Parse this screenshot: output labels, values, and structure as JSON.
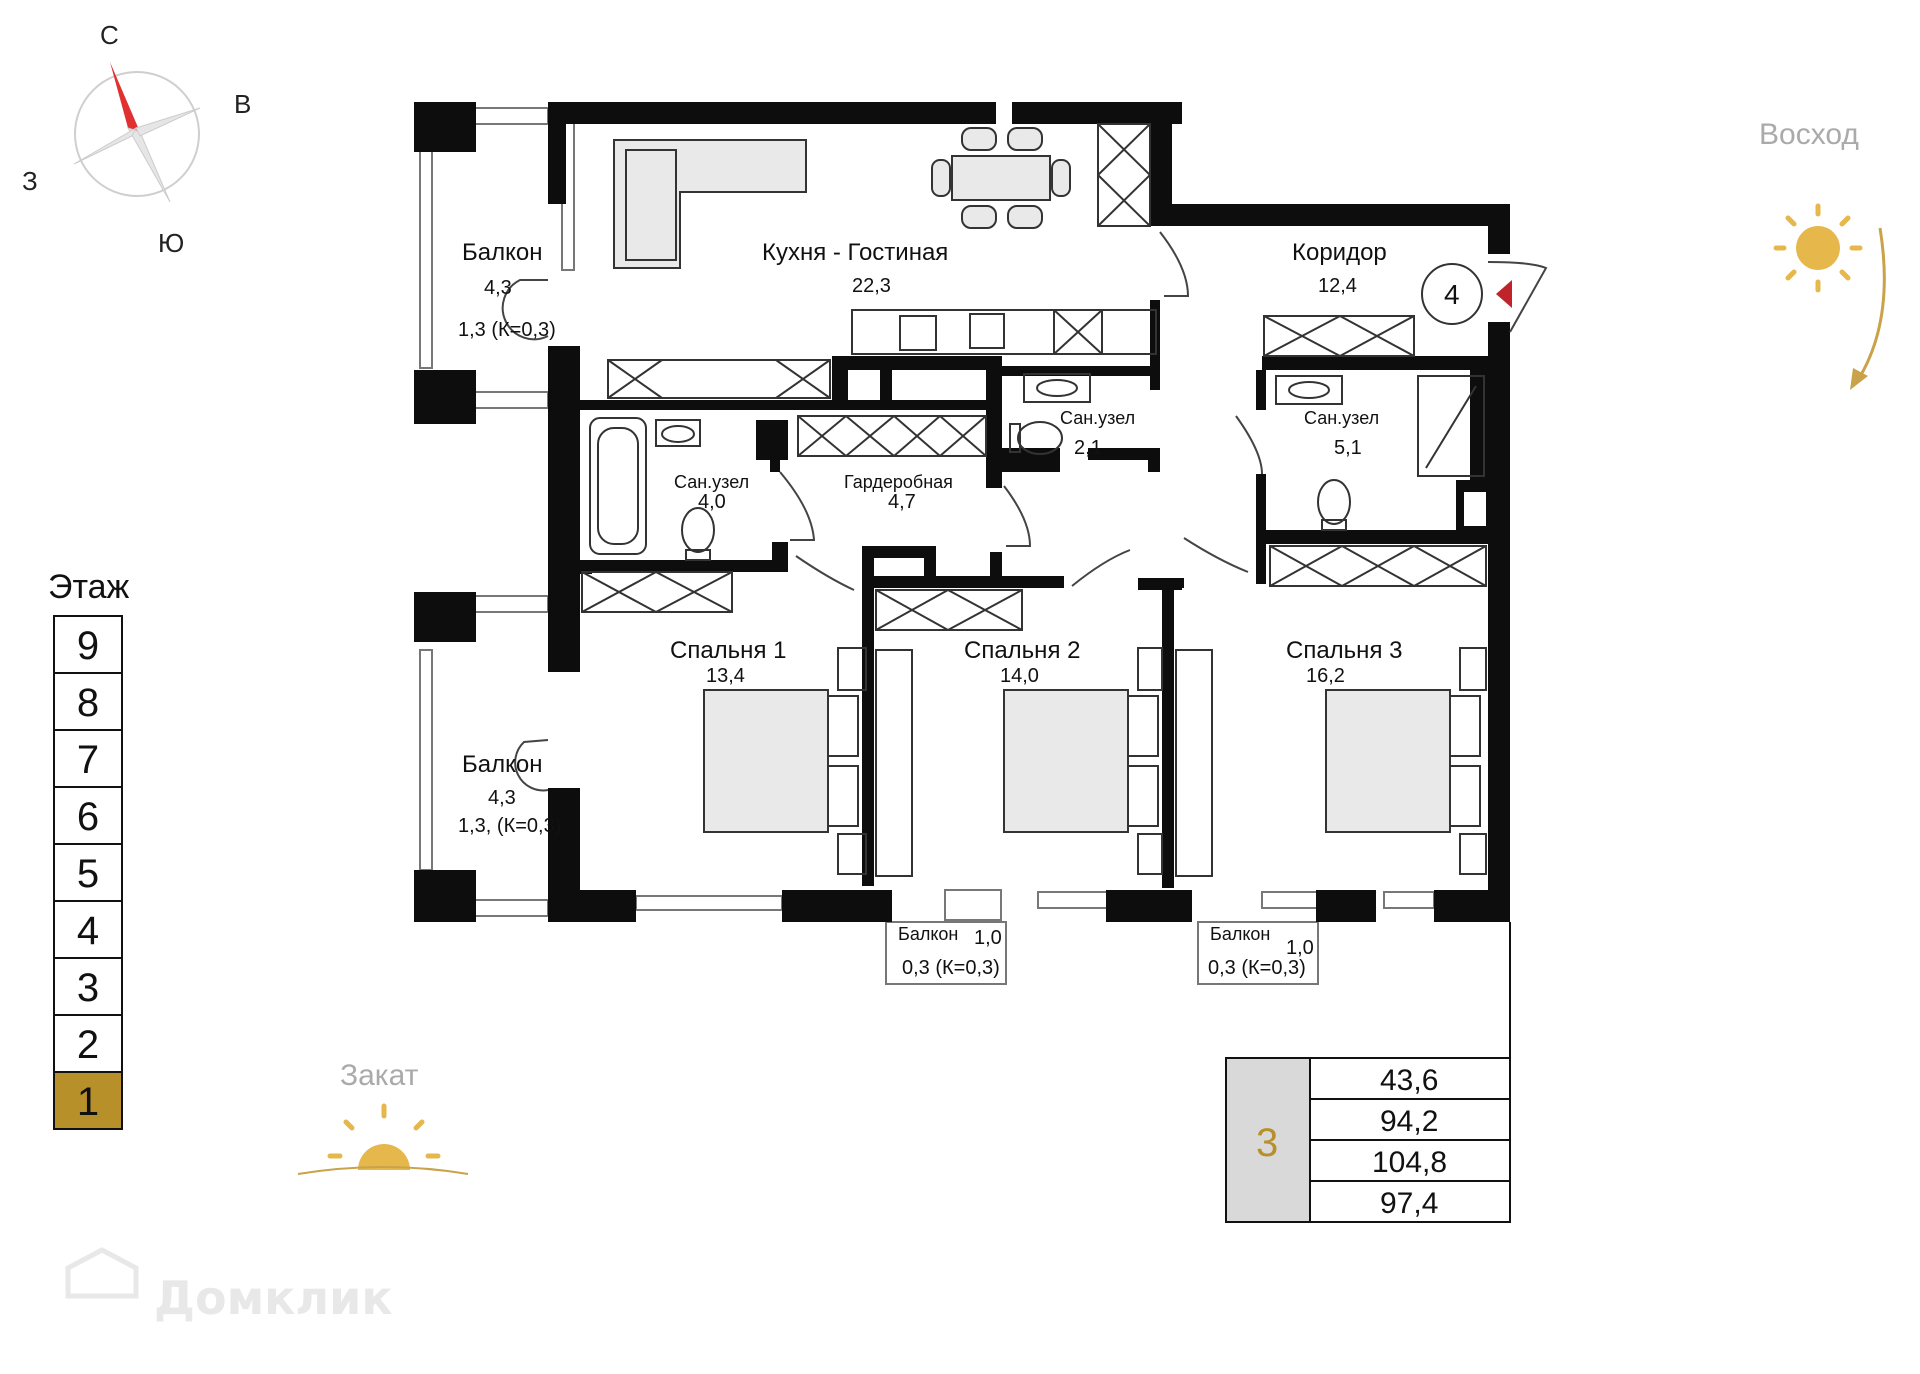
{
  "compass": {
    "north": "С",
    "east": "В",
    "west": "З",
    "south": "Ю"
  },
  "sunrise_label": "Восход",
  "sunset_label": "Закат",
  "floor_selector": {
    "title": "Этаж",
    "floors": [
      "9",
      "8",
      "7",
      "6",
      "5",
      "4",
      "3",
      "2",
      "1"
    ],
    "current": "1",
    "accent_color": "#b8902a"
  },
  "rooms": [
    {
      "name": "Балкон",
      "area": "4,3",
      "note": "1,3 (К=0,3)"
    },
    {
      "name": "Кухня - Гостиная",
      "area": "22,3"
    },
    {
      "name": "Коридор",
      "area": "12,4"
    },
    {
      "name": "Сан.узел",
      "area": "2,1"
    },
    {
      "name": "Сан.узел",
      "area": "5,1"
    },
    {
      "name": "Сан.узел",
      "area": "4,0"
    },
    {
      "name": "Гардеробная",
      "area": "4,7"
    },
    {
      "name": "Спальня 1",
      "area": "13,4"
    },
    {
      "name": "Спальня 2",
      "area": "14,0"
    },
    {
      "name": "Спальня 3",
      "area": "16,2"
    },
    {
      "name": "Балкон",
      "area": "4,3",
      "note": "1,3, (К=0,3)"
    },
    {
      "name": "Балкон",
      "area": "1,0",
      "note": "0,3 (К=0,3)"
    },
    {
      "name": "Балкон",
      "area": "1,0",
      "note": "0,3 (К=0,3)"
    }
  ],
  "entrance_marker": "4",
  "summary": {
    "rooms": "3",
    "values": [
      "43,6",
      "94,2",
      "104,8",
      "97,4"
    ],
    "accent_color": "#b8902a"
  },
  "watermark": "Домклик"
}
